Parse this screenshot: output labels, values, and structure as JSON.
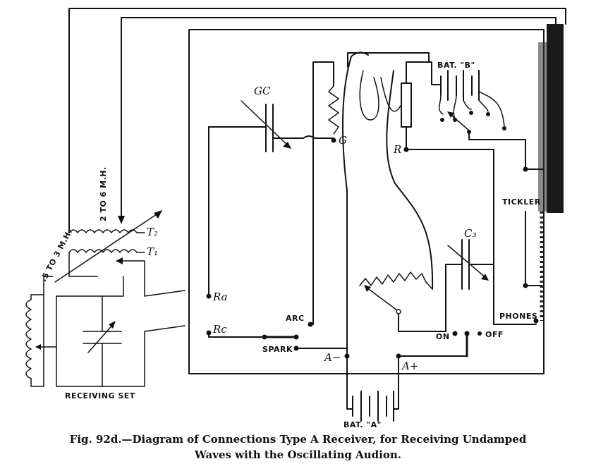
{
  "labels": {
    "gc": "GC",
    "g": "G",
    "r": "R",
    "bat_b": "BAT. \"B\"",
    "tickler": "TICKLER",
    "c3": "C₃",
    "phones": "PHONES",
    "on": "ON",
    "off": "OFF",
    "arc": "ARC",
    "spark": "SPARK",
    "ra": "Ra",
    "rc": "Rc",
    "a_minus": "A−",
    "a_plus": "A+",
    "bat_a": "BAT. \"A\"",
    "t2": "T₂",
    "t1": "T₁",
    "secondary_range": "2 TO 6 M.H.",
    "primary_range": ".5 TO 3 M.H.",
    "receiving_set": "RECEIVING SET"
  },
  "caption": {
    "line1": "Fig. 92d.—Diagram of Connections Type A Receiver, for Receiving Undamped",
    "line2": "Waves with the Oscillating Audion."
  }
}
